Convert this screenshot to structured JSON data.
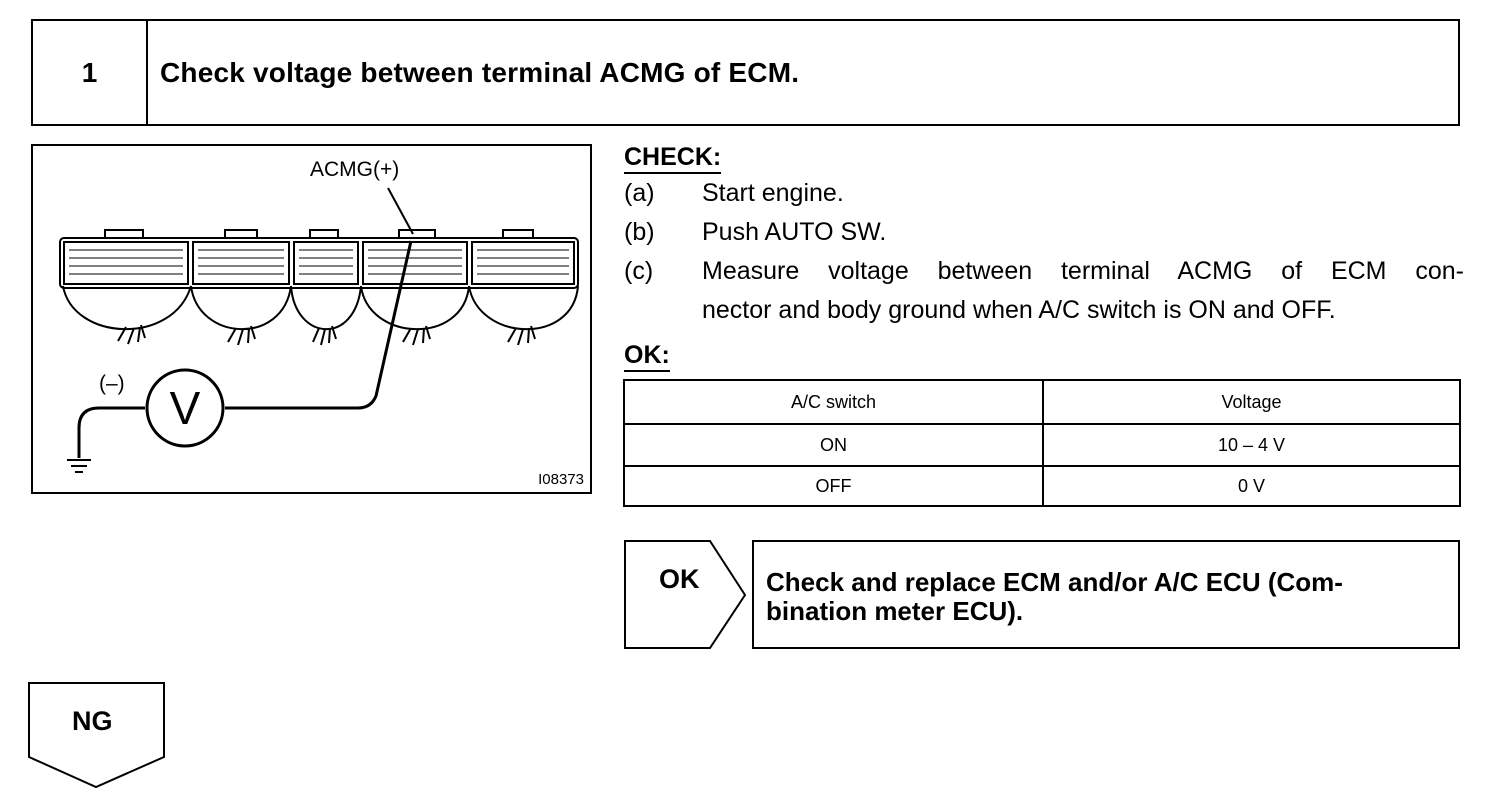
{
  "step": {
    "number": "1",
    "title": "Check voltage between terminal ACMG of ECM."
  },
  "diagram": {
    "terminal_label": "ACMG(+)",
    "ground_label": "(–)",
    "meter_symbol": "V",
    "figure_code": "I08373"
  },
  "check": {
    "heading": "CHECK:",
    "steps": [
      {
        "letter": "(a)",
        "text": "Start engine."
      },
      {
        "letter": "(b)",
        "text": "Push AUTO SW."
      },
      {
        "letter": "(c)",
        "text": "Measure voltage between terminal ACMG of ECM con-",
        "text2": "nector and body ground when A/C switch is ON and OFF."
      }
    ]
  },
  "ok": {
    "heading": "OK:",
    "table": {
      "headers": [
        "A/C switch",
        "Voltage"
      ],
      "rows": [
        [
          "ON",
          "10 – 4 V"
        ],
        [
          "OFF",
          "0 V"
        ]
      ]
    }
  },
  "result_ok": {
    "label": "OK",
    "line1": "Check and replace ECM and/or A/C ECU (Com-",
    "line2": "bination meter ECU)."
  },
  "result_ng": {
    "label": "NG"
  }
}
